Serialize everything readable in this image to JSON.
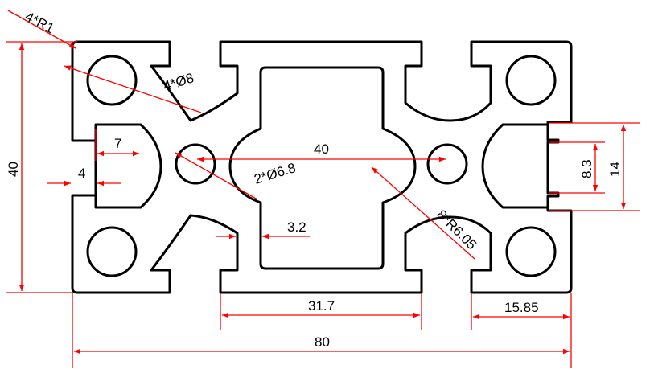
{
  "drawing": {
    "dimensions": {
      "fillet_radius": "4*R1",
      "corner_hole_dia": "4*Ø8",
      "height": "40",
      "slot_depth": "7",
      "wall_thickness": "4",
      "center_width": "40",
      "small_hole_dia": "2*Ø6.8",
      "web_thickness": "3.2",
      "arc_radius": "8*R6.05",
      "slot_opening": "8.3",
      "slot_width": "14",
      "center_slot_width": "31.7",
      "end_offset": "15.85",
      "width": "80"
    },
    "colors": {
      "outline": "#000000",
      "dimension": "#ff0000"
    }
  }
}
